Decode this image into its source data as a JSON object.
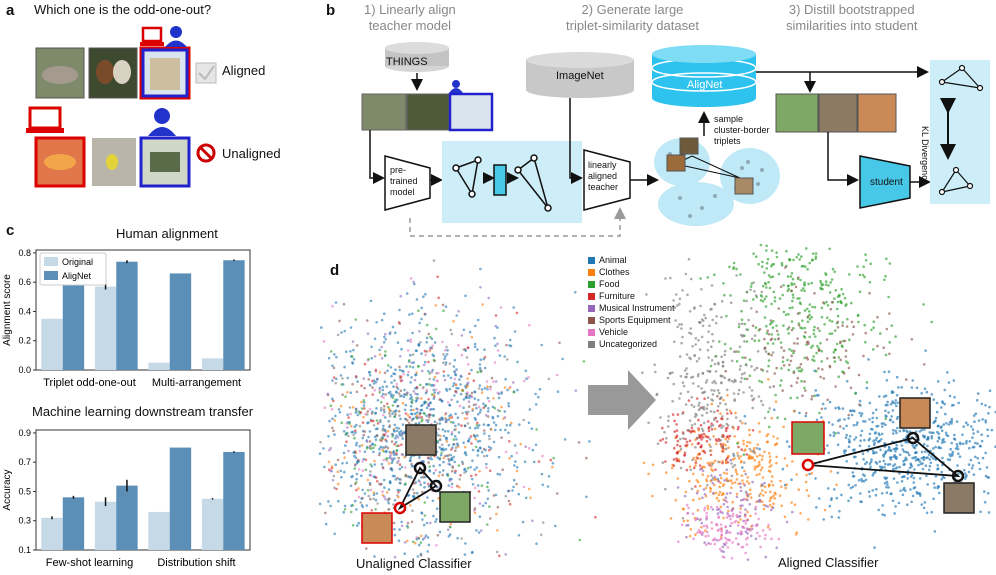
{
  "panel_a": {
    "label": "a",
    "question": "Which one is the odd-one-out?",
    "aligned_label": "Aligned",
    "unaligned_label": "Unaligned"
  },
  "panel_b": {
    "label": "b",
    "step1": "1) Linearly align\nteacher model",
    "step2": "2) Generate large\ntriplet-similarity dataset",
    "step3": "3) Distill bootstrapped\nsimilarities into student",
    "things": "THINGS",
    "imagenet": "ImageNet",
    "alignet": "AligNet",
    "pretrained": "pre-\ntrained\nmodel",
    "linearly_aligned": "linearly\naligned\nteacher",
    "sample_text": "sample\ncluster-border\ntriplets",
    "student": "student",
    "kl": "KL Divergence"
  },
  "panel_c": {
    "label": "c",
    "chart1_title": "Human alignment",
    "chart2_title": "Machine learning downstream transfer",
    "legend": [
      "Original",
      "AligNet"
    ]
  },
  "panel_d": {
    "label": "d",
    "unaligned_caption": "Unaligned Classifier",
    "aligned_caption": "Aligned Classifier",
    "legend": [
      {
        "name": "Animal",
        "color": "#1f77b4"
      },
      {
        "name": "Clothes",
        "color": "#ff7f0e"
      },
      {
        "name": "Food",
        "color": "#2ca02c"
      },
      {
        "name": "Furniture",
        "color": "#d62728"
      },
      {
        "name": "Musical Instrument",
        "color": "#9467bd"
      },
      {
        "name": "Sports Equipment",
        "color": "#8c564b"
      },
      {
        "name": "Vehicle",
        "color": "#e377c2"
      },
      {
        "name": "Uncategorized",
        "color": "#7f7f7f"
      }
    ]
  },
  "chart_data": [
    {
      "type": "bar",
      "title": "Human alignment",
      "ylabel": "Alignment score",
      "categories": [
        "Triplet odd-one-out",
        "Multi-arrangement"
      ],
      "groups_per_category": 2,
      "series": [
        {
          "name": "Original",
          "values": [
            0.35,
            0.57,
            0.05,
            0.08
          ],
          "errors": [
            0,
            0.02,
            0,
            0
          ]
        },
        {
          "name": "AligNet",
          "values": [
            0.6,
            0.74,
            0.66,
            0.75
          ],
          "errors": [
            0,
            0.01,
            0,
            0.005
          ]
        }
      ],
      "yticks": [
        0.0,
        0.2,
        0.4,
        0.6,
        0.8
      ],
      "ylim": [
        0,
        0.82
      ],
      "legend": "top-left",
      "colors": {
        "Original": "#c6d9e6",
        "AligNet": "#5b8fb8"
      }
    },
    {
      "type": "bar",
      "title": "Machine learning downstream transfer",
      "ylabel": "Accuracy",
      "categories": [
        "Few-shot learning",
        "Distribution shift"
      ],
      "groups_per_category": 2,
      "series": [
        {
          "name": "Original",
          "values": [
            0.32,
            0.43,
            0.36,
            0.45
          ],
          "errors": [
            0.01,
            0.03,
            0,
            0.005
          ]
        },
        {
          "name": "AligNet",
          "values": [
            0.46,
            0.54,
            0.8,
            0.77
          ],
          "errors": [
            0.01,
            0.04,
            0,
            0.005
          ]
        }
      ],
      "yticks": [
        0.1,
        0.3,
        0.5,
        0.7,
        0.9
      ],
      "ylim": [
        0.1,
        0.92
      ],
      "colors": {
        "Original": "#c6d9e6",
        "AligNet": "#5b8fb8"
      }
    }
  ]
}
